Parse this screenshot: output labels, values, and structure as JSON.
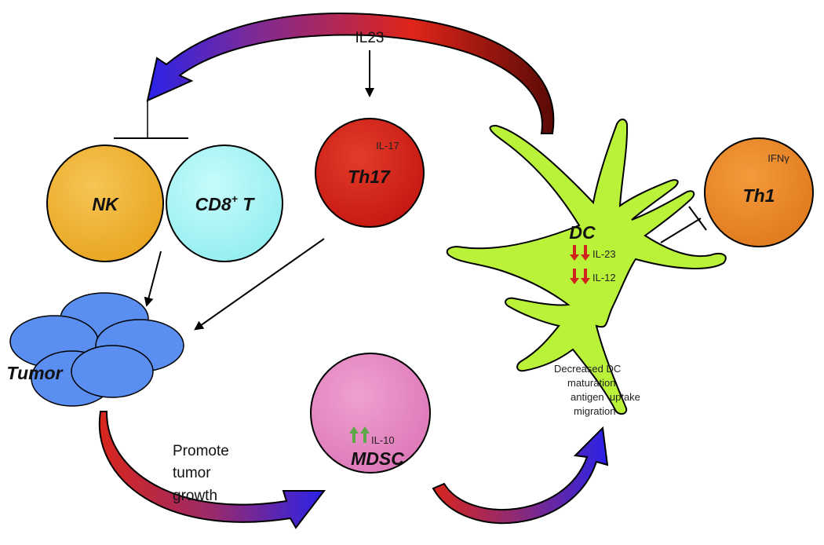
{
  "cells": {
    "nk": {
      "label": "NK",
      "color": "#f2b335"
    },
    "cd8": {
      "label": "CD8",
      "sup": "+",
      "suffix": " T",
      "color": "#a8f5f5"
    },
    "th17": {
      "label": "Th17",
      "cytokine": "IL-17",
      "color": "#d6231d"
    },
    "th1": {
      "label": "Th1",
      "cytokine": "IFNγ",
      "color": "#f08b2a"
    },
    "mdsc": {
      "label": "MDSC",
      "cytokine": "IL-10",
      "color": "#e98ac4"
    },
    "tumor": {
      "label": "Tumor",
      "color": "#5a8ef0"
    },
    "dc": {
      "label": "DC",
      "cytokines": [
        "IL-23",
        "IL-12"
      ],
      "color": "#b9f238"
    }
  },
  "il23_label": "IL23",
  "promote_lines": [
    "Promote",
    "tumor",
    "growth"
  ],
  "dc_effects": [
    "Decreased DC",
    "maturation",
    "antigen  uptake",
    "migration"
  ],
  "colors": {
    "down_arrow": "#d0231d",
    "up_arrow": "#5ea84a",
    "arrow_red": "#d8261c",
    "arrow_blue": "#2c1cf0"
  }
}
